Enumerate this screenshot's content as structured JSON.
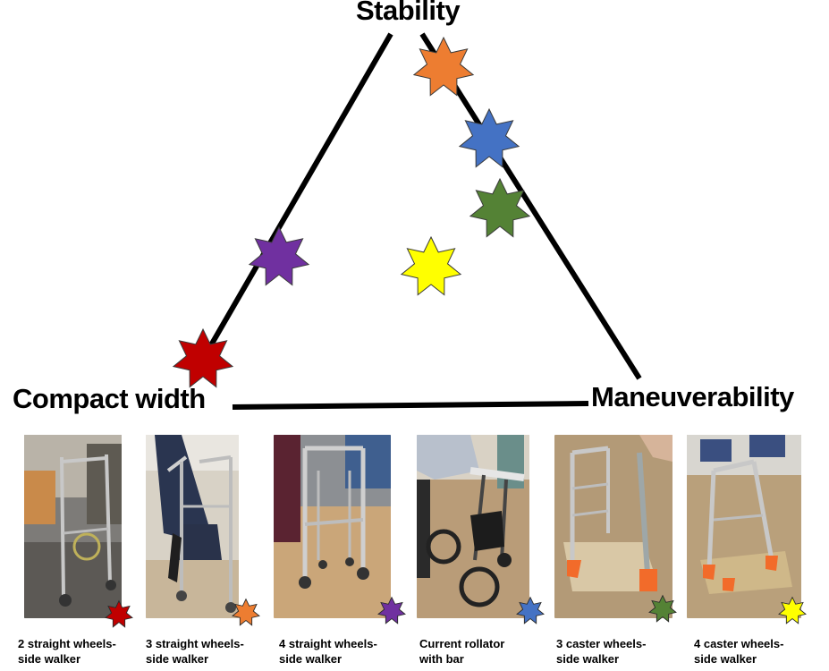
{
  "vertices": {
    "top": "Stability",
    "left": "Compact width",
    "right": "Maneuverability"
  },
  "stars": [
    {
      "id": "orange",
      "color": "#ED7D31"
    },
    {
      "id": "blue",
      "color": "#4472C4"
    },
    {
      "id": "green",
      "color": "#548235"
    },
    {
      "id": "yellow",
      "color": "#FFFF00"
    },
    {
      "id": "purple",
      "color": "#7030A0"
    },
    {
      "id": "red",
      "color": "#C00000"
    }
  ],
  "walkers": [
    {
      "line1": "2 straight wheels-",
      "line2": "side walker",
      "star_color": "#C00000"
    },
    {
      "line1": "3 straight wheels-",
      "line2": "side walker",
      "star_color": "#ED7D31"
    },
    {
      "line1": "4 straight wheels-",
      "line2": "side walker",
      "star_color": "#7030A0"
    },
    {
      "line1": "Current rollator",
      "line2": "with bar",
      "star_color": "#4472C4"
    },
    {
      "line1": "3 caster wheels-",
      "line2": "side walker",
      "star_color": "#548235"
    },
    {
      "line1": "4 caster wheels-",
      "line2": "side walker",
      "star_color": "#FFFF00"
    }
  ]
}
